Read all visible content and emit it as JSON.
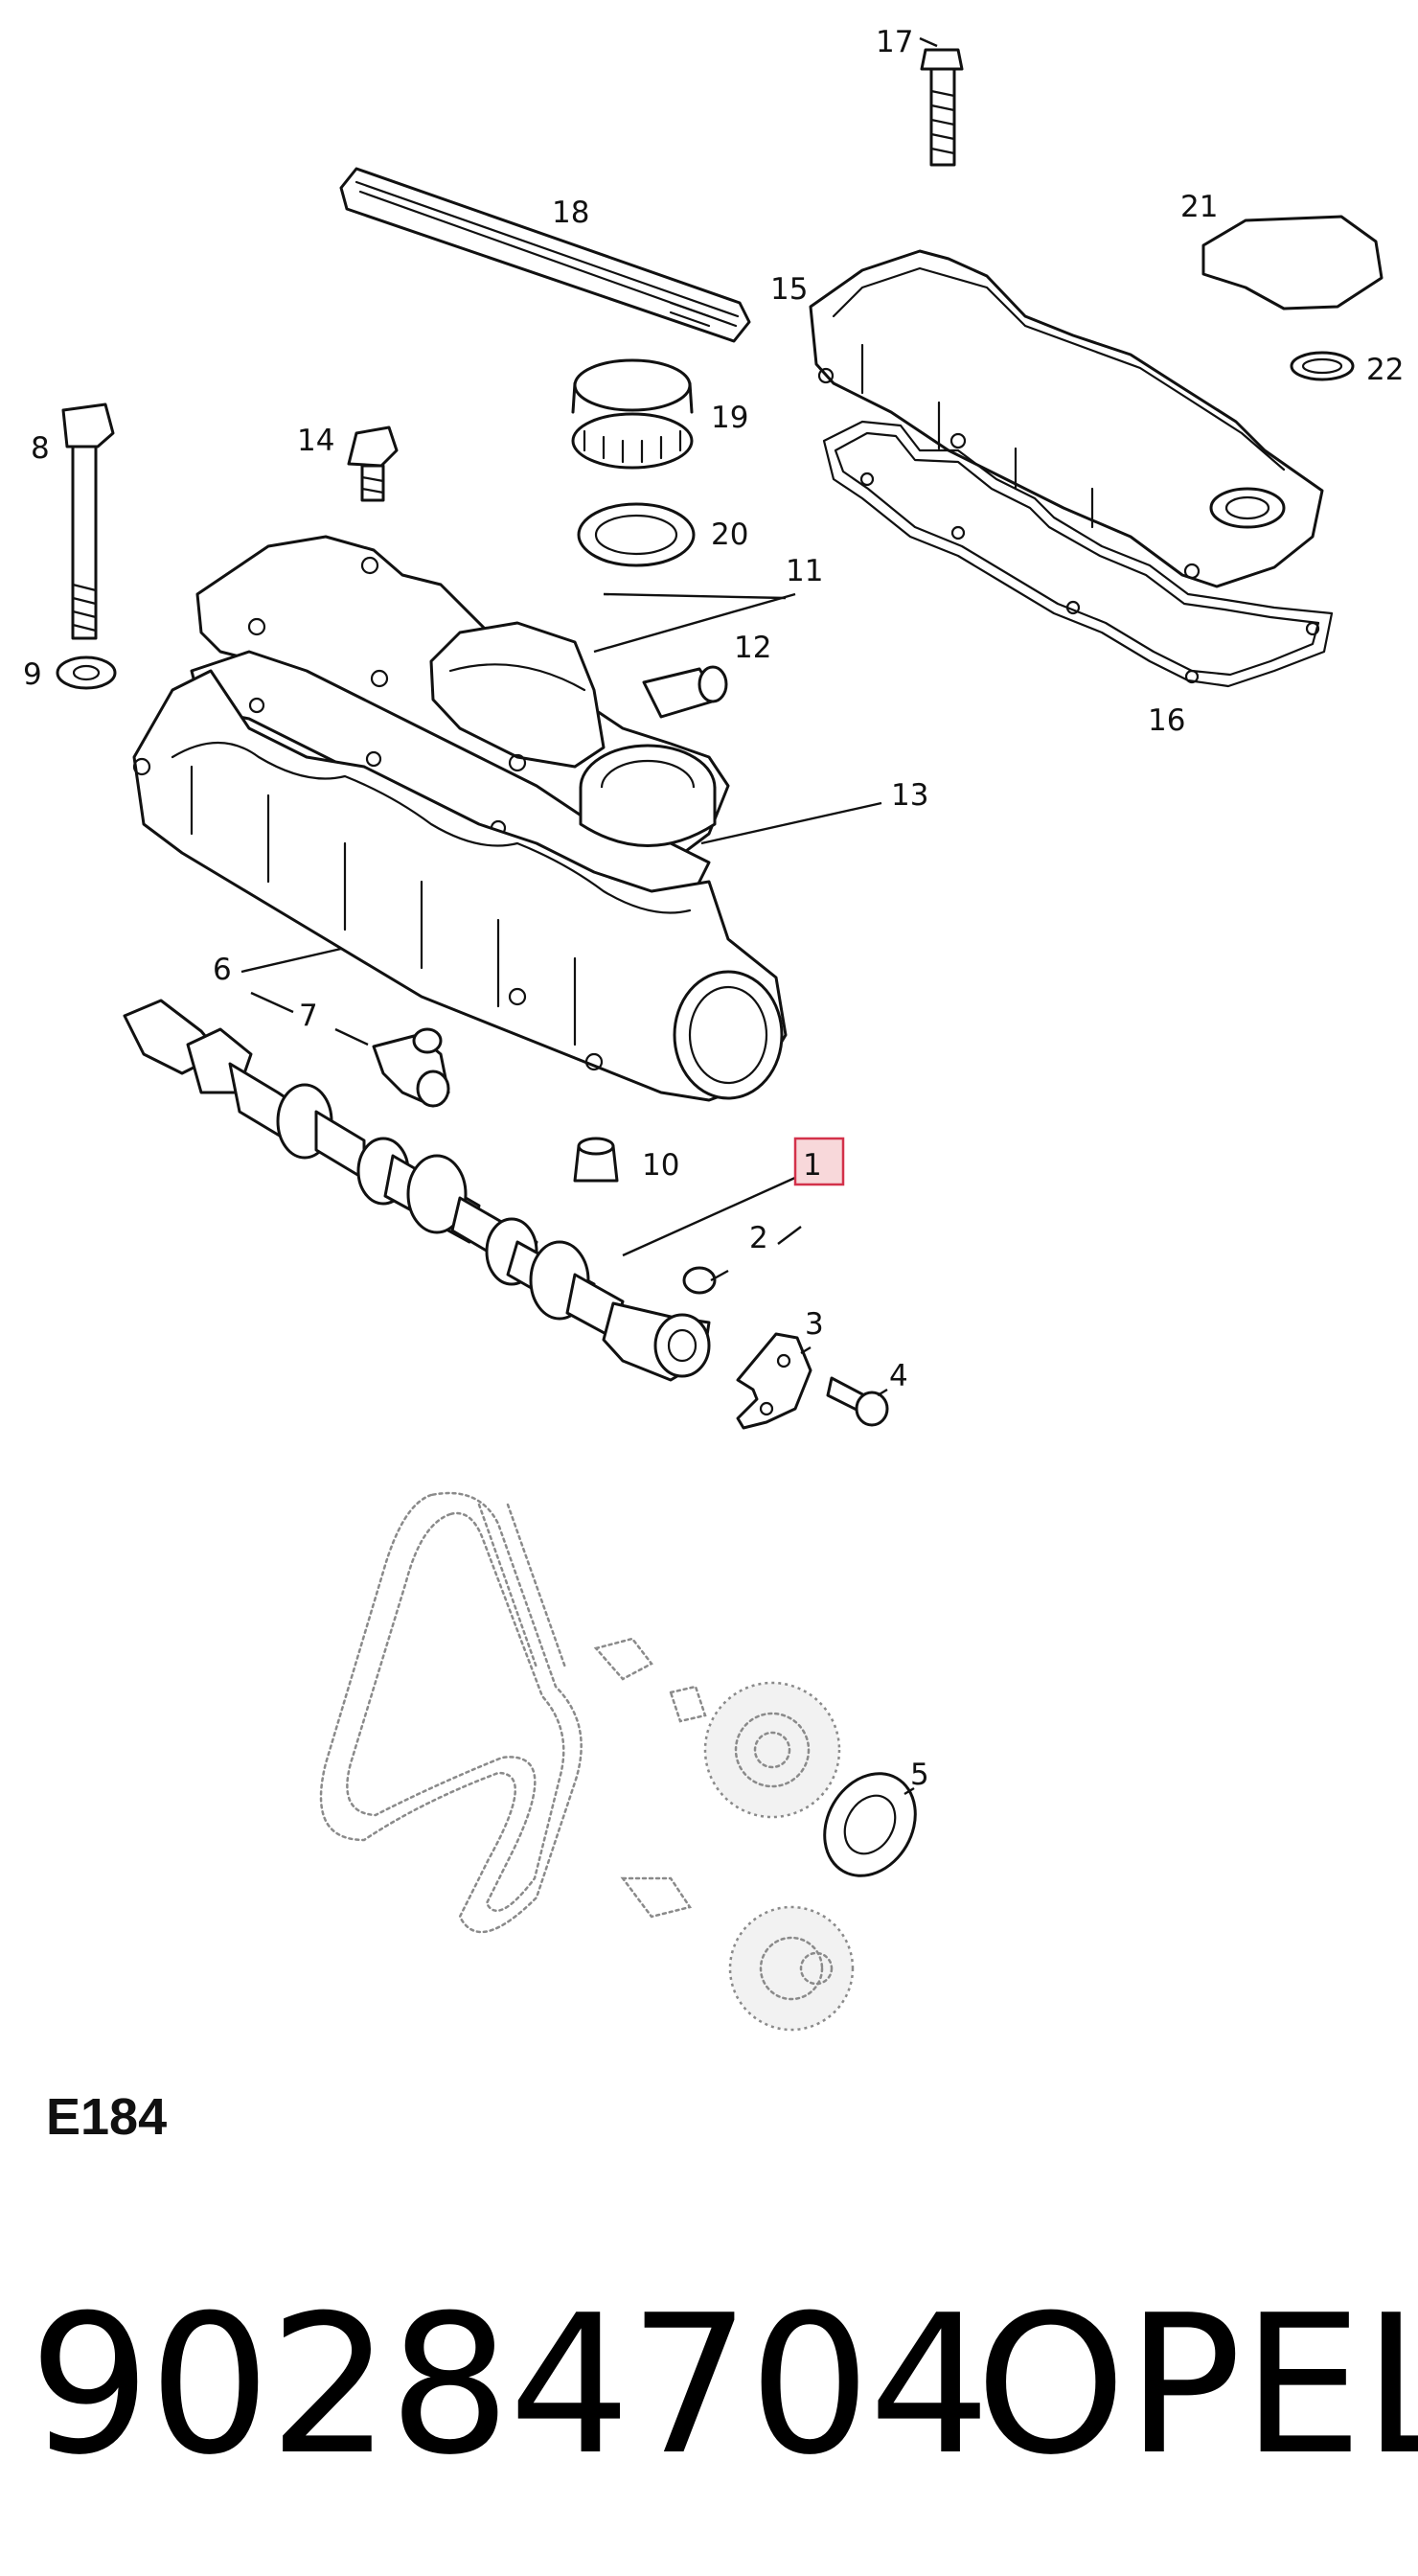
{
  "diagram": {
    "callouts": {
      "c1": "1",
      "c2": "2",
      "c3": "3",
      "c4": "4",
      "c5": "5",
      "c6": "6",
      "c7": "7",
      "c8": "8",
      "c9": "9",
      "c10": "10",
      "c11": "11",
      "c12": "12",
      "c13": "13",
      "c14": "14",
      "c15": "15",
      "c16": "16",
      "c17": "17",
      "c18": "18",
      "c19": "19",
      "c20": "20",
      "c21": "21",
      "c22": "22"
    },
    "highlighted_callout": "1",
    "highlight_color": "#f8d8da",
    "highlight_border_color": "#d3314a",
    "drawing_code": "E184"
  },
  "footer": {
    "part_number": "90284704",
    "brand": "OPEL"
  }
}
